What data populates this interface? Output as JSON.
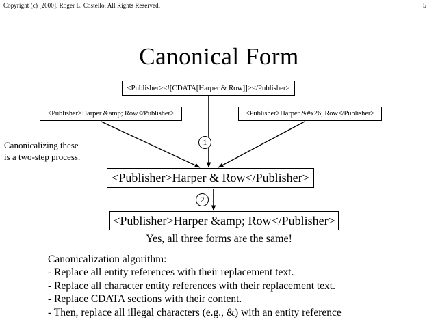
{
  "header": {
    "copyright": "Copyright (c) [2000].  Roger L. Costello.  All Rights Reserved.",
    "page_number": "5"
  },
  "title": "Canonical Form",
  "side_note": {
    "line1": "Canonicalizing these",
    "line2": "is a two-step process."
  },
  "boxes": {
    "cdata": "<Publisher><![CDATA[Harper & Row]]></Publisher>",
    "amp_entity": "<Publisher>Harper &amp; Row</Publisher>",
    "hex_entity": "<Publisher>Harper &#x26; Row</Publisher>",
    "canonical": "<Publisher>Harper & Row</Publisher>",
    "escaped": "<Publisher>Harper &amp; Row</Publisher>"
  },
  "steps": {
    "one": "1",
    "two": "2"
  },
  "caption": "Yes, all three forms are the same!",
  "algorithm": {
    "heading": "Canonicalization algorithm:",
    "items": [
      "- Replace all entity references with their replacement text.",
      "- Replace all character entity references with their replacement text.",
      "- Replace CDATA sections with their content.",
      "- Then, replace all illegal characters (e.g., &) with an entity reference"
    ]
  },
  "colors": {
    "ink": "#000000",
    "page": "#ffffff"
  }
}
